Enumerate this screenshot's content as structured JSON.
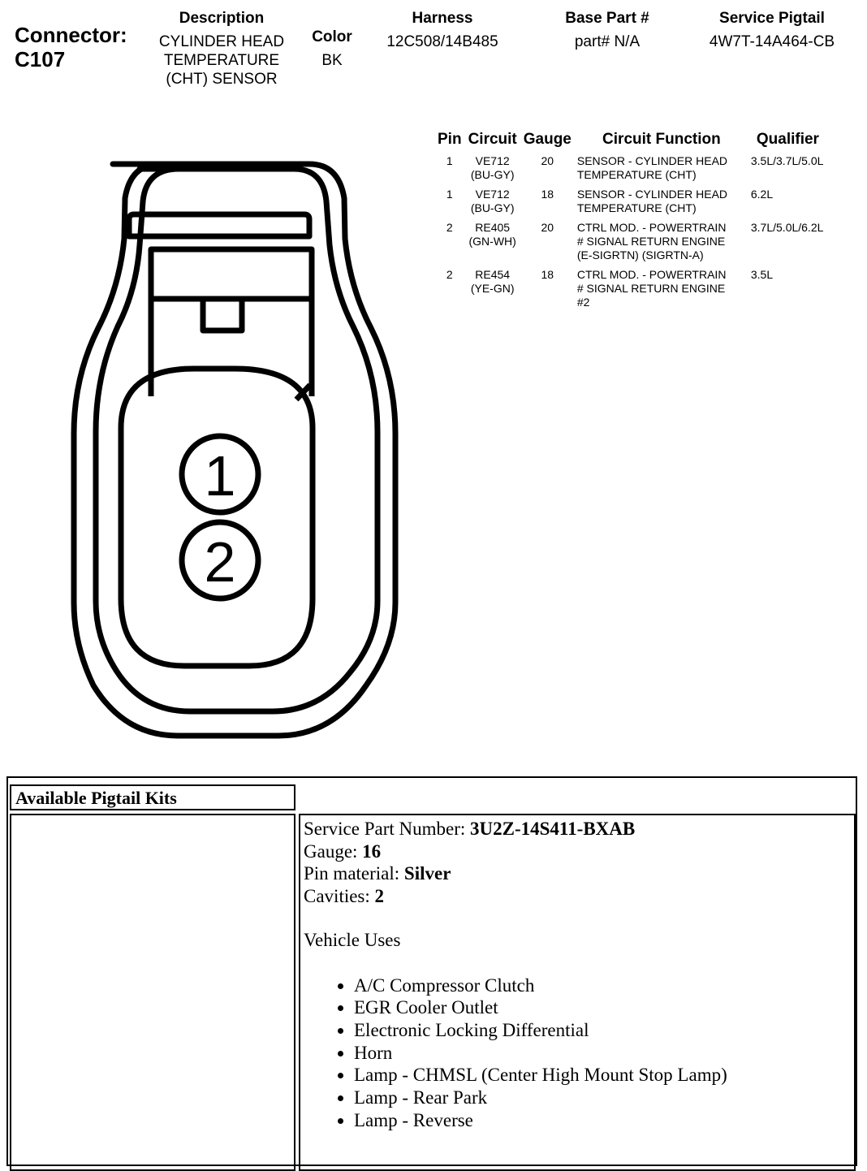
{
  "connector": {
    "label": "Connector:",
    "id": "C107"
  },
  "header": {
    "description": {
      "label": "Description",
      "lines": [
        "CYLINDER HEAD",
        "TEMPERATURE",
        "(CHT) SENSOR"
      ]
    },
    "color": {
      "label": "Color",
      "value": "BK"
    },
    "harness": {
      "label": "Harness",
      "value": "12C508/14B485"
    },
    "base_part": {
      "label": "Base Part #",
      "value": "part# N/A"
    },
    "service_pigtail": {
      "label": "Service Pigtail",
      "value": "4W7T-14A464-CB"
    }
  },
  "pin_table": {
    "headers": [
      "Pin",
      "Circuit",
      "Gauge",
      "Circuit Function",
      "Qualifier"
    ],
    "rows": [
      {
        "pin": "1",
        "circuit": [
          "VE712",
          "(BU-GY)"
        ],
        "gauge": "20",
        "function": [
          "SENSOR - CYLINDER HEAD",
          "TEMPERATURE (CHT)"
        ],
        "qualifier": "3.5L/3.7L/5.0L"
      },
      {
        "pin": "1",
        "circuit": [
          "VE712",
          "(BU-GY)"
        ],
        "gauge": "18",
        "function": [
          "SENSOR - CYLINDER HEAD",
          "TEMPERATURE (CHT)"
        ],
        "qualifier": "6.2L"
      },
      {
        "pin": "2",
        "circuit": [
          "RE405",
          "(GN-WH)"
        ],
        "gauge": "20",
        "function": [
          "CTRL MOD. - POWERTRAIN",
          "# SIGNAL RETURN ENGINE",
          "(E-SIGRTN) (SIGRTN-A)"
        ],
        "qualifier": "3.7L/5.0L/6.2L"
      },
      {
        "pin": "2",
        "circuit": [
          "RE454",
          "(YE-GN)"
        ],
        "gauge": "18",
        "function": [
          "CTRL MOD. - POWERTRAIN",
          "# SIGNAL RETURN ENGINE",
          "#2"
        ],
        "qualifier": "3.5L"
      }
    ]
  },
  "diagram": {
    "pin_labels": [
      "1",
      "2"
    ]
  },
  "pigtail_kits": {
    "heading": "Available Pigtail Kits",
    "service_part_number": {
      "label": "Service Part Number:",
      "value": "3U2Z-14S411-BXAB"
    },
    "gauge": {
      "label": "Gauge:",
      "value": "16"
    },
    "pin_material": {
      "label": "Pin material:",
      "value": "Silver"
    },
    "cavities": {
      "label": "Cavities:",
      "value": "2"
    },
    "vehicle_uses_label": "Vehicle Uses",
    "vehicle_uses": [
      "A/C Compressor Clutch",
      "EGR Cooler Outlet",
      "Electronic Locking Differential",
      "Horn",
      "Lamp - CHMSL (Center High Mount Stop Lamp)",
      "Lamp - Rear Park",
      "Lamp - Reverse"
    ]
  }
}
